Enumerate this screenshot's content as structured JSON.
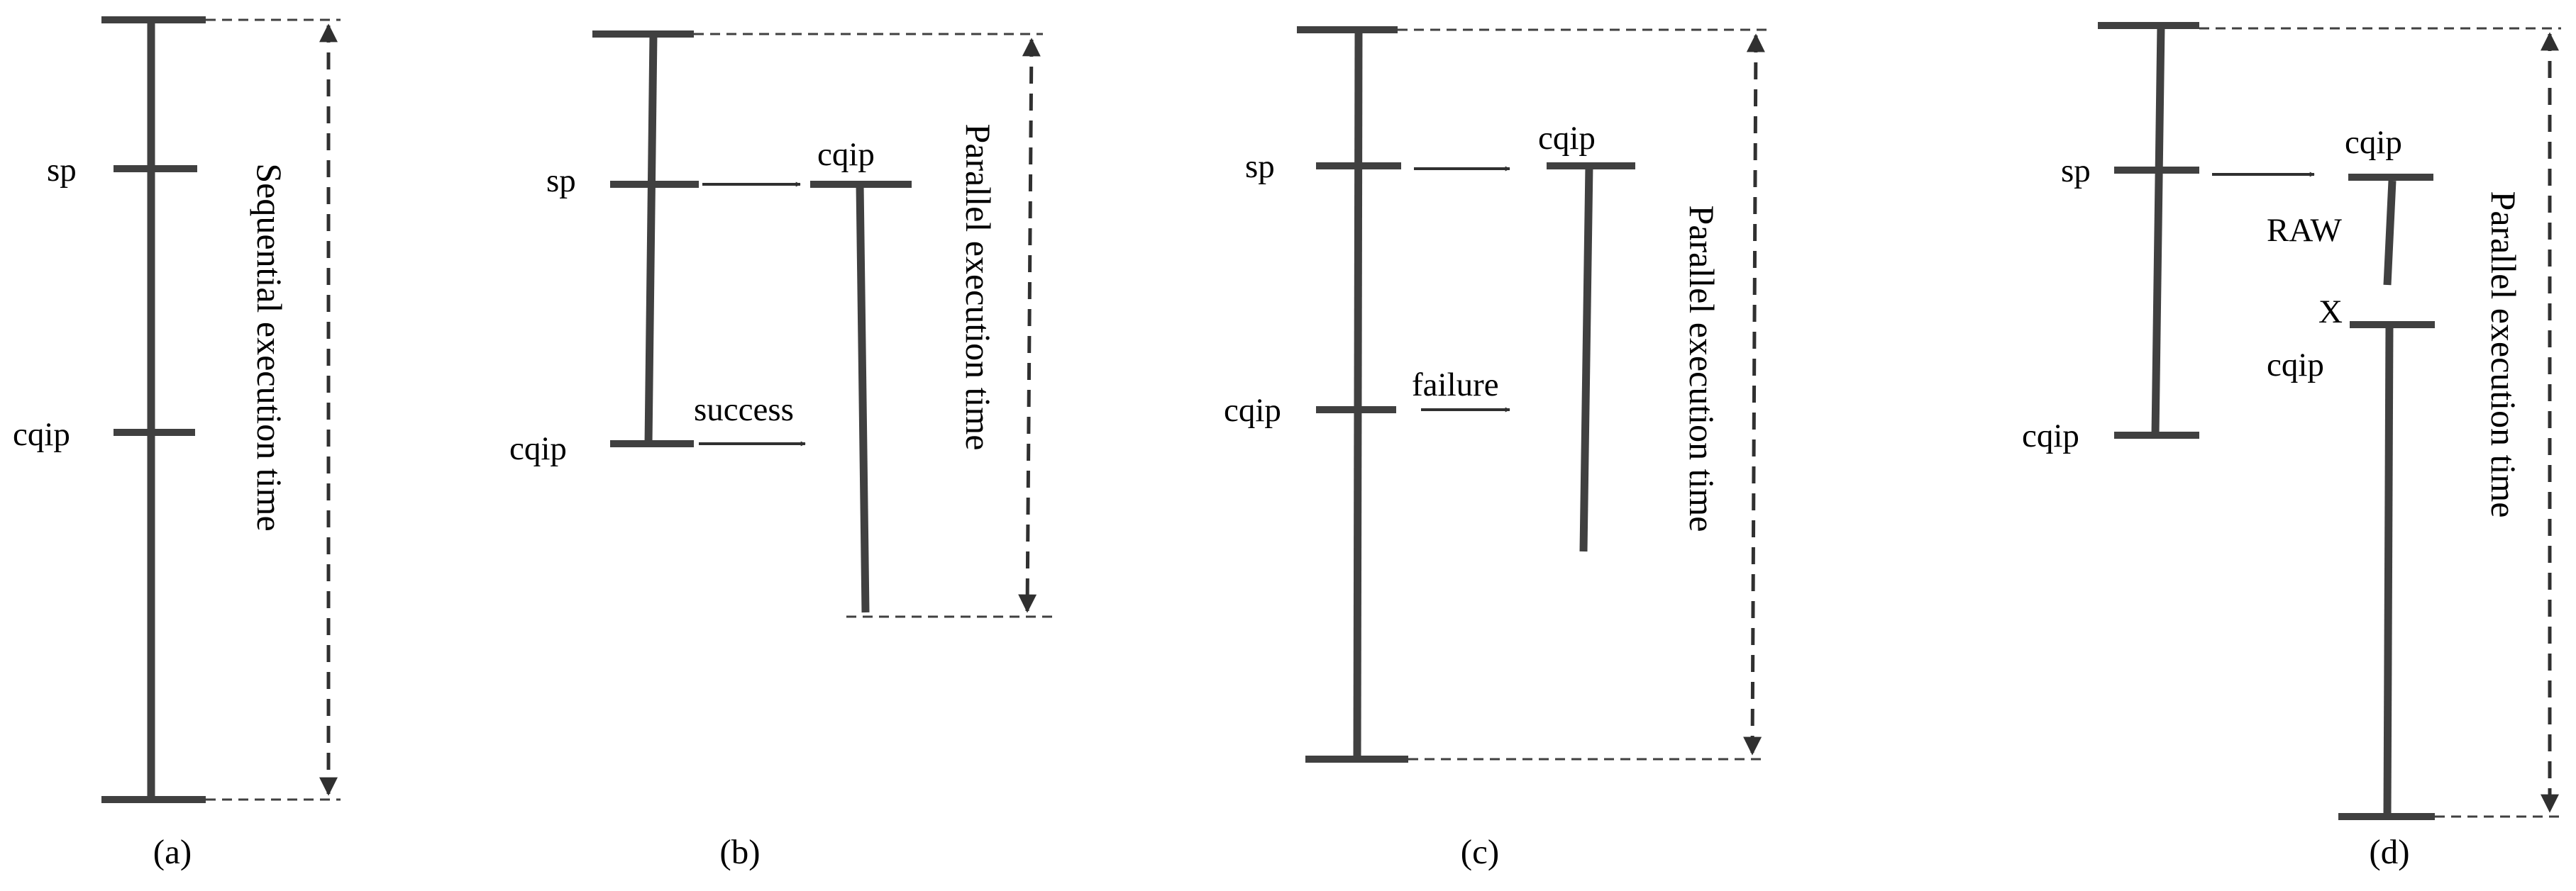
{
  "panels": {
    "a": {
      "caption": "(a)",
      "labels": {
        "sp": "sp",
        "cqip": "cqip"
      },
      "time_label": "Sequential execution time"
    },
    "b": {
      "caption": "(b)",
      "labels": {
        "sp": "sp",
        "cqip_main": "cqip",
        "cqip_branch": "cqip",
        "success": "success"
      },
      "time_label": "Parallel execution time"
    },
    "c": {
      "caption": "(c)",
      "labels": {
        "sp": "sp",
        "cqip_main": "cqip",
        "cqip_branch": "cqip",
        "failure": "failure"
      },
      "time_label": "Parallel execution time"
    },
    "d": {
      "caption": "(d)",
      "labels": {
        "sp": "sp",
        "cqip_main": "cqip",
        "cqip_branch": "cqip",
        "cqip_restart": "cqip",
        "raw": "RAW",
        "x": "X"
      },
      "time_label": "Parallel execution time"
    }
  },
  "colors": {
    "line": "#404040",
    "text": "#000000",
    "background": "#ffffff"
  }
}
